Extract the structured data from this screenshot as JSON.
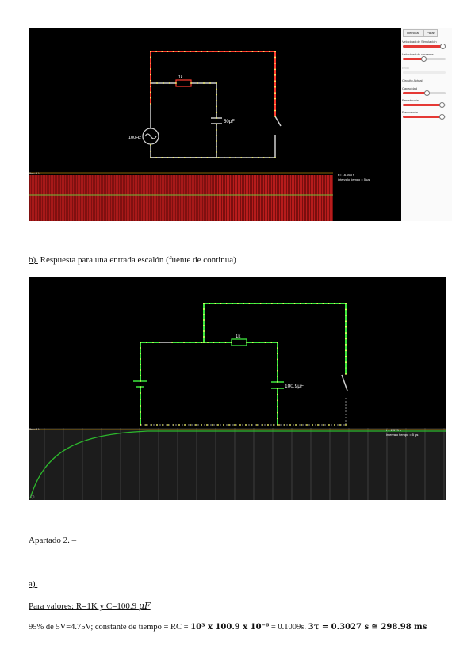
{
  "screenshot1": {
    "controls": {
      "reset_label": "Reiniciar",
      "stop_label": "Parar",
      "sim_speed_label": "Velocidad de Simulación",
      "current_speed_label": "Velocidad de corriente",
      "dim_label": "Brillo",
      "circuit_label": "Circuito Actual:",
      "capacitance_label": "Capacidad",
      "resistance_label": "Resistencia",
      "frequency_label": "Frecuencia",
      "slider_levels": {
        "sim_speed": 0.92,
        "current_speed": 0.48,
        "capacitance": 0.55,
        "resistance": 0.9,
        "frequency": 0.9
      }
    },
    "circuit": {
      "resistor_label": "1k",
      "capacitor_label": "50μF",
      "source_label": "100Hz"
    },
    "scope": {
      "max_label": "Ibe=5 V",
      "time_label": "t = 16.663 s",
      "interval_label": "intervalo tiempo = 5 μs"
    },
    "colors": {
      "wire_active": "#ff3b2f",
      "wire_idle": "#cfcfcf",
      "current_dot": "#ffff66",
      "scope_trace": "#c62828"
    }
  },
  "caption_b": {
    "label": "b).",
    "text": " Respuesta para una entrada escalón (fuente de continua)"
  },
  "screenshot2": {
    "circuit": {
      "resistor_label": "1k",
      "capacitor_label": "100.9μF"
    },
    "scope": {
      "max_label": "Ibe=5 V",
      "time_label": "t = 2.573 s",
      "interval_label": "intervalo tiempo = 5 μs"
    },
    "colors": {
      "wire_active": "#3ee83e",
      "current_dot": "#ffff66",
      "scope_trace": "#2db82d",
      "scope_level": "#b8860b"
    }
  },
  "section": {
    "heading": "Apartado 2. –",
    "sub_label": "a).",
    "values_prefix": "Para valores: R=1K y C=100.9 ",
    "values_unit": "μF",
    "calc_text": "95% de 5V=4.75V; constante de tiempo = RC = ",
    "calc_math": "10³ x 100.9 x 10⁻⁶",
    "calc_mid": " = 0.1009s. ",
    "calc_result": "3τ = 0.3027 s ≅ 298.98 ms"
  }
}
